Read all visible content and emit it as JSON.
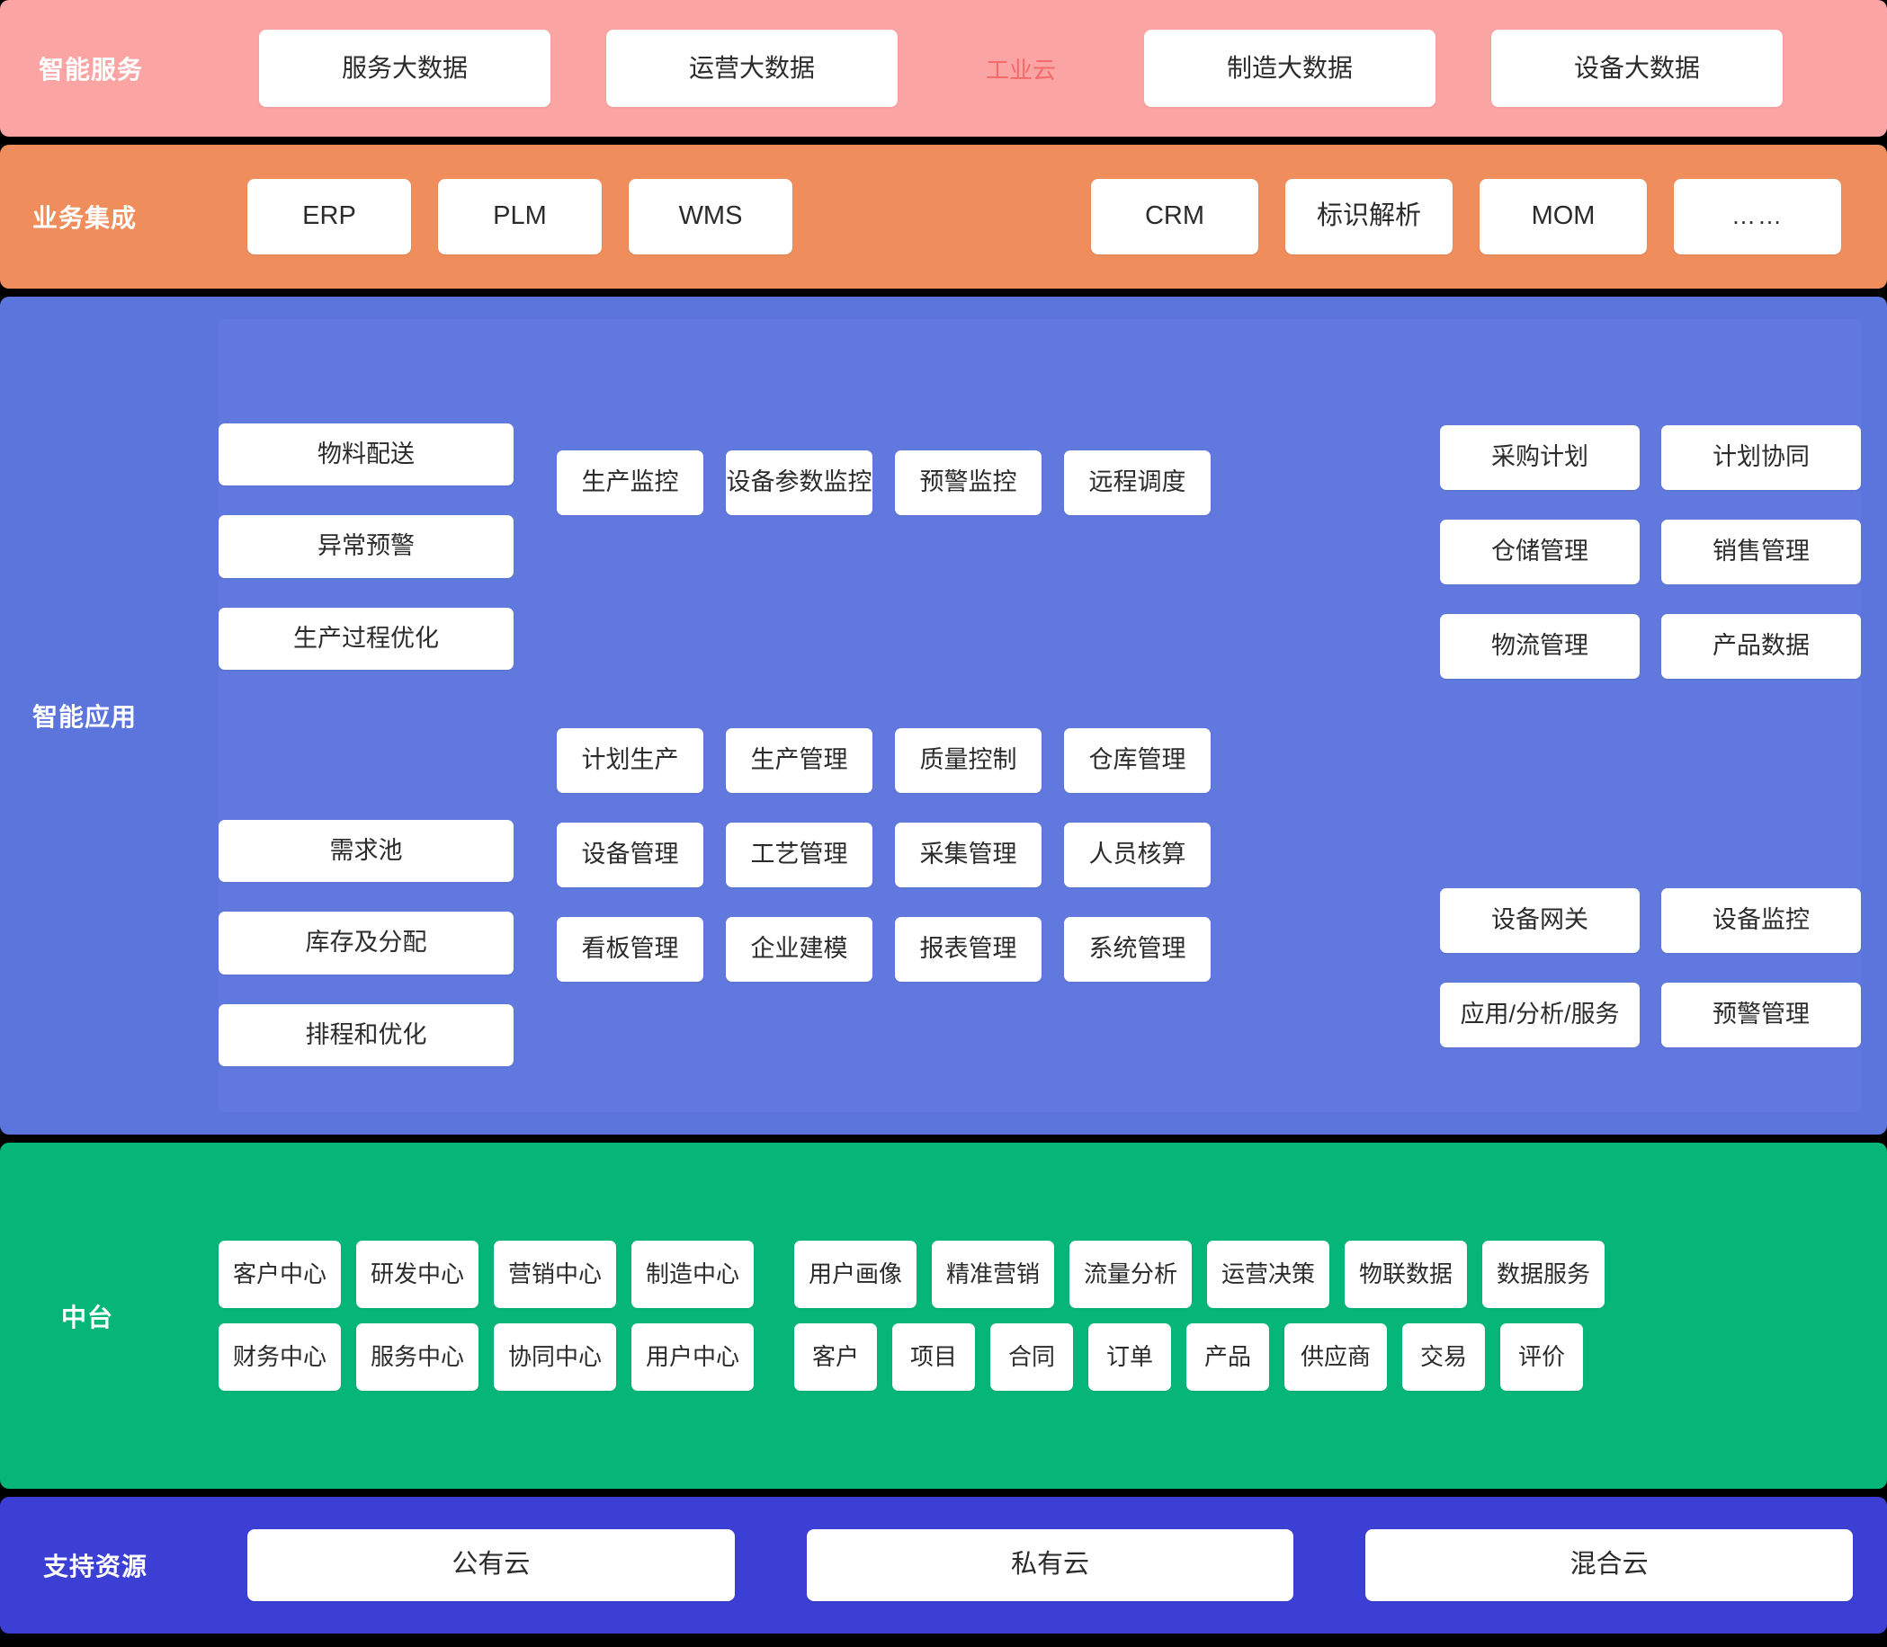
{
  "bands": {
    "service": {
      "label": "智能服务",
      "color": "#fba4a4",
      "cards": [
        "服务大数据",
        "运营大数据",
        "制造大数据",
        "设备大数据"
      ],
      "plain_label": "工业云",
      "plain_label_color": "#f26a6a"
    },
    "integration": {
      "label": "业务集成",
      "color": "#ef8e5c",
      "left_cards": [
        "ERP",
        "PLM",
        "WMS"
      ],
      "right_cards": [
        "CRM",
        "标识解析",
        "MOM",
        "……"
      ]
    },
    "app": {
      "label": "智能应用",
      "color": "#5c75dd",
      "col_left_top": [
        "物料配送",
        "异常预警",
        "生产过程优化"
      ],
      "col_left_bottom": [
        "需求池",
        "库存及分配",
        "排程和优化"
      ],
      "col_mid_row1": [
        "生产监控",
        "设备参数监控",
        "预警监控",
        "远程调度"
      ],
      "col_mid_row2": [
        "计划生产",
        "生产管理",
        "质量控制",
        "仓库管理"
      ],
      "col_mid_row3": [
        "设备管理",
        "工艺管理",
        "采集管理",
        "人员核算"
      ],
      "col_mid_row4": [
        "看板管理",
        "企业建模",
        "报表管理",
        "系统管理"
      ],
      "col_right_row1": [
        "采购计划",
        "计划协同"
      ],
      "col_right_row2": [
        "仓储管理",
        "销售管理"
      ],
      "col_right_row3": [
        "物流管理",
        "产品数据"
      ],
      "col_right_row4": [
        "设备网关",
        "设备监控"
      ],
      "col_right_row5": [
        "应用/分析/服务",
        "预警管理"
      ]
    },
    "middle": {
      "label": "中台",
      "color": "#06b678",
      "group1_row1": [
        "客户中心",
        "研发中心",
        "营销中心",
        "制造中心"
      ],
      "group1_row2": [
        "财务中心",
        "服务中心",
        "协同中心",
        "用户中心"
      ],
      "group2_row1": [
        "用户画像",
        "精准营销",
        "流量分析",
        "运营决策",
        "物联数据",
        "数据服务"
      ],
      "group2_row2": [
        "客户",
        "项目",
        "合同",
        "订单",
        "产品",
        "供应商",
        "交易",
        "评价"
      ]
    },
    "resource": {
      "label": "支持资源",
      "color": "#3b3fd4",
      "cards": [
        "公有云",
        "私有云",
        "混合云"
      ]
    }
  }
}
